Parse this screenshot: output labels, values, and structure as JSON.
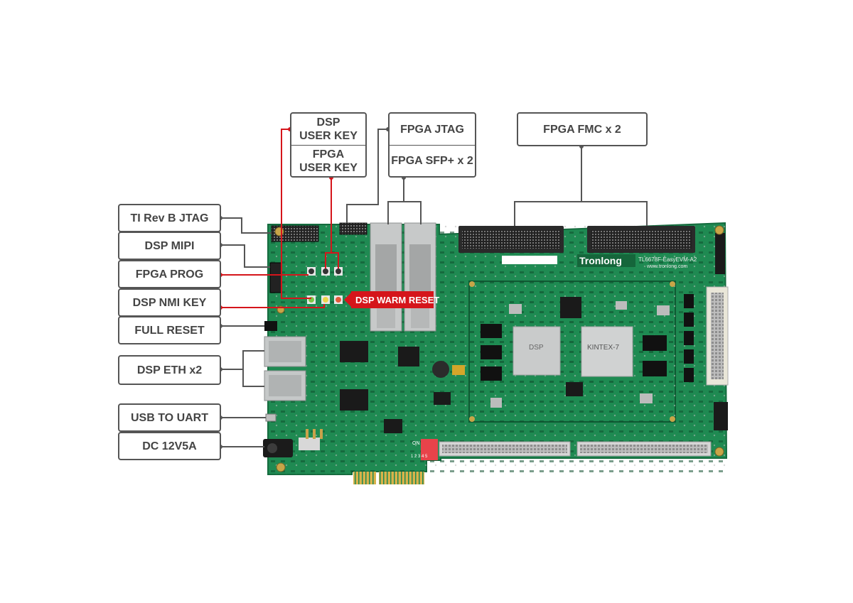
{
  "labels": {
    "dsp_user_key": "DSP\nUSER KEY",
    "fpga_user_key": "FPGA\nUSER KEY",
    "fpga_jtag": "FPGA JTAG",
    "fpga_sfp": "FPGA SFP+ x 2",
    "fpga_fmc": "FPGA FMC x 2",
    "ti_jtag": "TI Rev B JTAG",
    "dsp_mipi": "DSP MIPI",
    "fpga_prog": "FPGA PROG",
    "dsp_nmi_key": "DSP NMI KEY",
    "full_reset": "FULL RESET",
    "dsp_eth": "DSP ETH x2",
    "usb_uart": "USB TO UART",
    "dc_power": "DC 12V5A",
    "dsp_warm_reset": "DSP WARM RESET"
  },
  "board": {
    "brand": "Tronlong",
    "model": "TL6678F-EasyEVM-A2",
    "url": "www.tronlong.com",
    "dsp_chip": "DSP",
    "fpga_chip": "KINTEX-7",
    "dip_label": "ON",
    "dip_numbers": "1 2 3 4 5"
  },
  "colors": {
    "pcb": "#1f8a52",
    "line": "#555555",
    "red": "#d5151b"
  }
}
